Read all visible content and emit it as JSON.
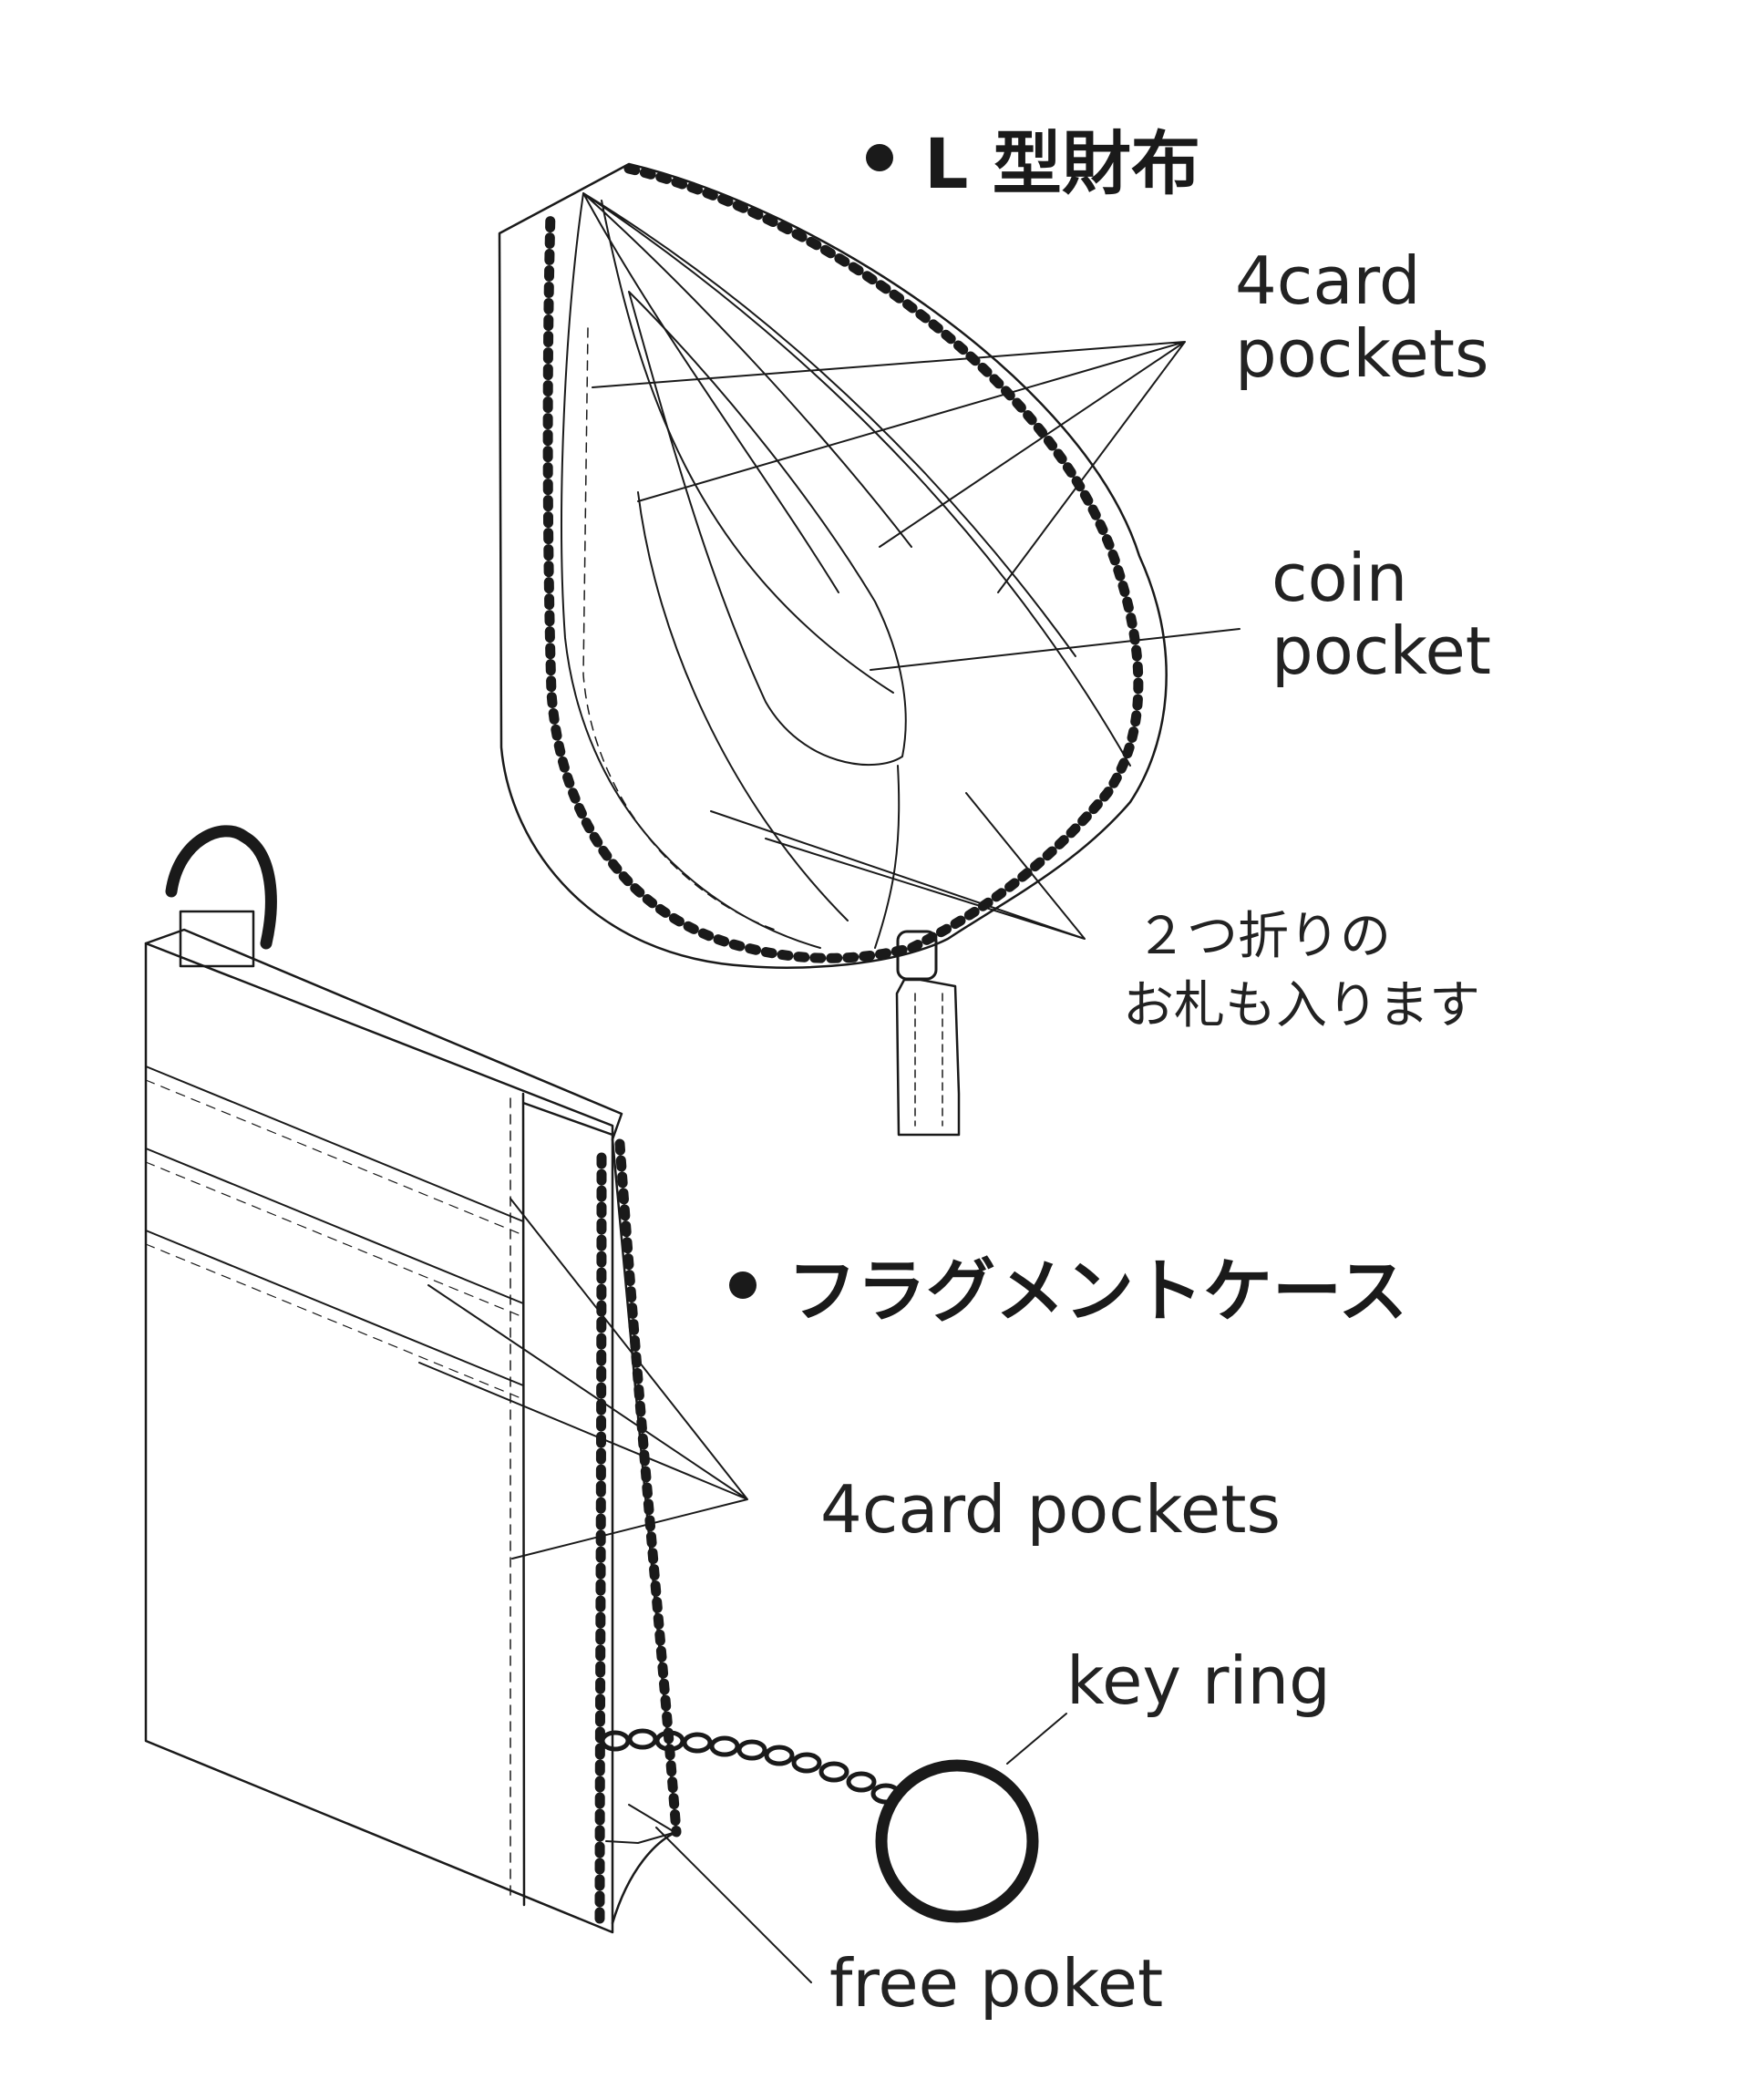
{
  "wallet": {
    "title": "L 型財布",
    "card_pockets_label": [
      "4card",
      "pockets"
    ],
    "coin_pocket_label": [
      "coin",
      "pocket"
    ],
    "bill_note": [
      "２つ折りの",
      "お札も入ります"
    ]
  },
  "fragment_case": {
    "title": "フラグメントケース",
    "card_pockets_label": "4card pockets",
    "key_ring_label": "key ring",
    "free_pocket_label": "free poket"
  },
  "colors": {
    "ink": "#1a1a1a",
    "paper": "#ffffff"
  }
}
